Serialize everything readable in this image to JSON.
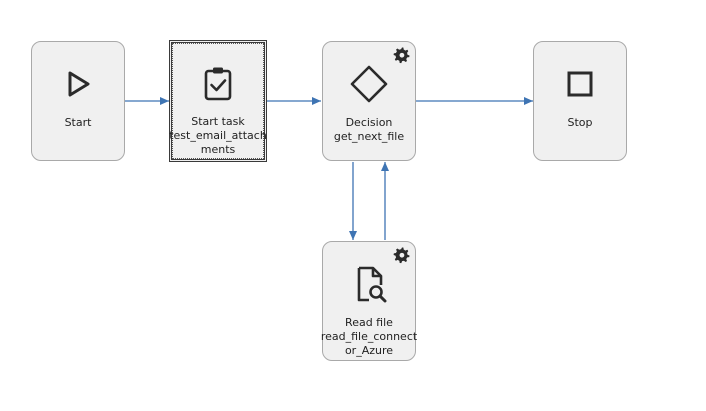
{
  "nodes": {
    "start": {
      "line1": "Start"
    },
    "start_task": {
      "line1": "Start task",
      "line2": "test_email_attachments"
    },
    "decision": {
      "line1": "Decision",
      "line2": "get_next_file"
    },
    "stop": {
      "line1": "Stop"
    },
    "read_file": {
      "line1": "Read file",
      "line2": "read_file_connector_Azure"
    }
  },
  "colors": {
    "edge": "#3e74b3",
    "node_fill": "#f0f0f0",
    "node_border": "#a9a9a9",
    "icon": "#2b2b2b"
  },
  "icons": {
    "start": "play-triangle-icon",
    "start_task": "clipboard-check-icon",
    "decision": "diamond-icon",
    "stop": "stop-square-icon",
    "read_file": "file-search-icon",
    "settings": "gear-icon"
  }
}
